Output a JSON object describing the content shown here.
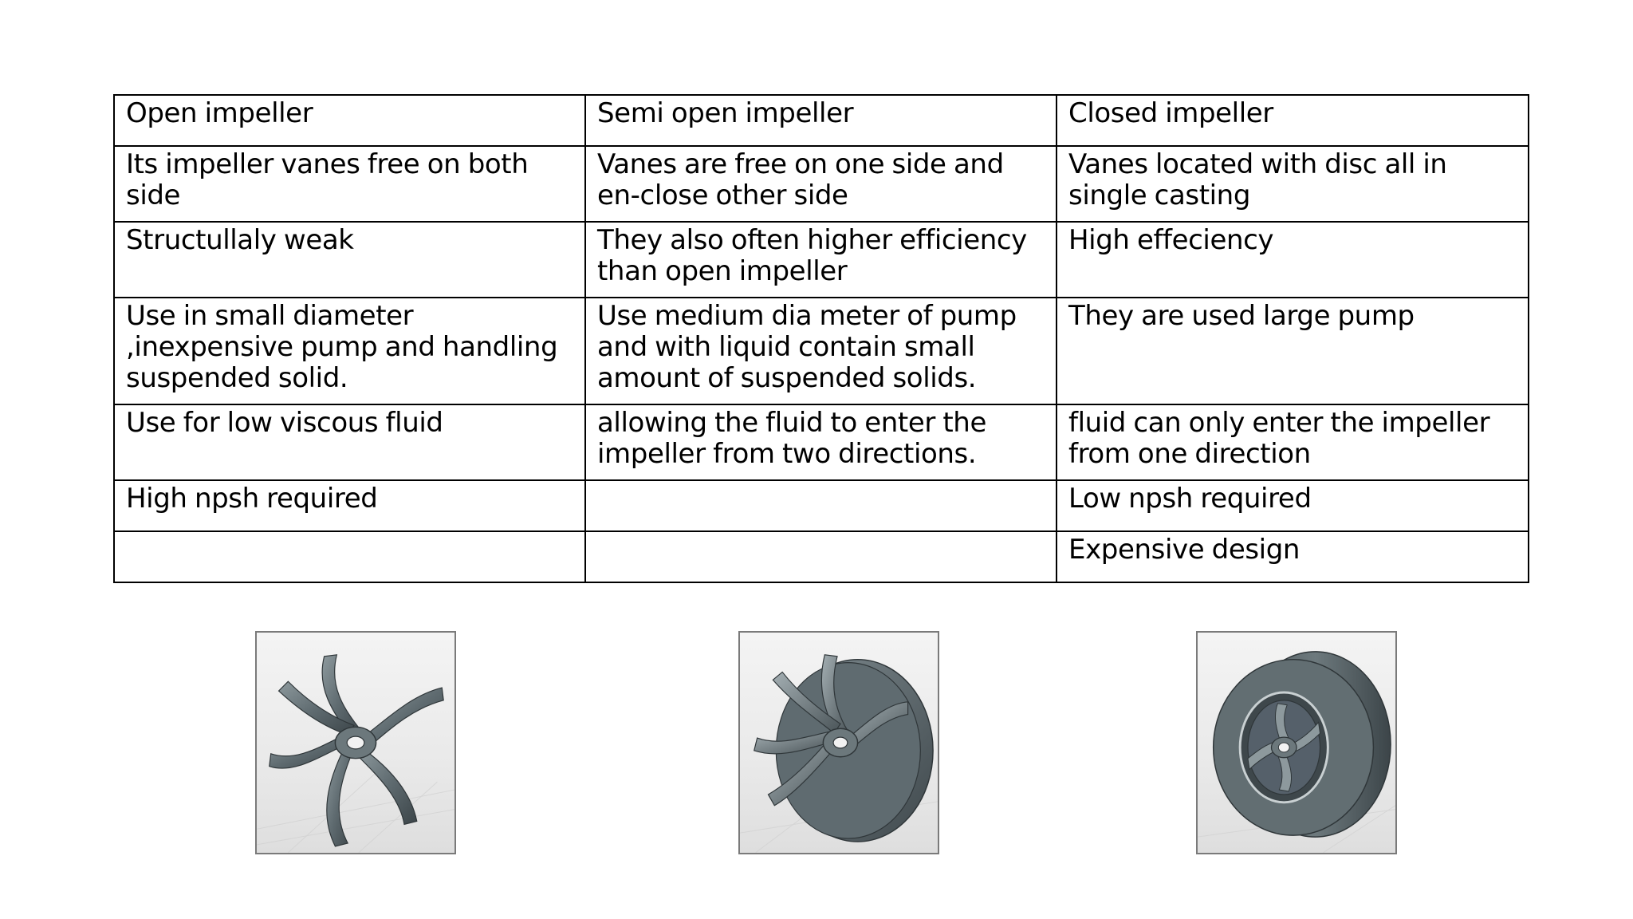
{
  "table": {
    "rows": [
      [
        "Open impeller",
        "Semi open impeller",
        "Closed impeller"
      ],
      [
        "Its impeller vanes free on both side",
        "Vanes are free on one side and en-close other side",
        "Vanes located with disc all in single casting"
      ],
      [
        "Structullaly weak",
        "They also often higher efficiency than open impeller",
        "High effeciency"
      ],
      [
        "Use in small diameter ,inexpensive pump and handling suspended solid.",
        "Use medium dia meter of pump and with liquid contain small amount of suspended solids.",
        "They are used large pump"
      ],
      [
        "Use for low viscous fluid",
        "allowing the fluid to enter the impeller from two directions.",
        "fluid can only enter the impeller from one direction"
      ],
      [
        "High npsh required",
        "",
        "Low npsh required"
      ],
      [
        "",
        "",
        "Expensive design"
      ]
    ]
  },
  "images": [
    {
      "icon": "open-impeller-render"
    },
    {
      "icon": "semi-open-impeller-render"
    },
    {
      "icon": "closed-impeller-render"
    }
  ],
  "colors": {
    "impeller_metal": "#5f6b70",
    "impeller_dark": "#3c4549",
    "impeller_light": "#9aa6aa",
    "border": "#000000"
  }
}
